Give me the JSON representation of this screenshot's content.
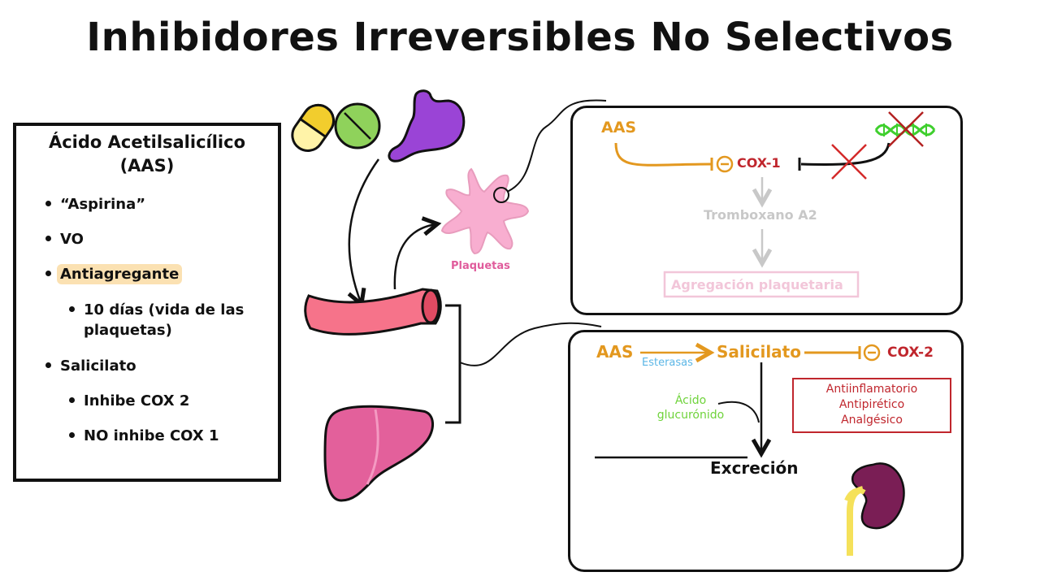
{
  "title": "Inhibidores Irreversibles No Selectivos",
  "drug_box": {
    "title_line1": "Ácido Acetilsalicílico",
    "title_line2": "(AAS)",
    "items": [
      "“Aspirina”",
      "VO",
      "Antiagregante",
      "10 días (vida de las",
      "plaquetas)",
      "Salicilato",
      "Inhibe COX 2",
      "NO inhibe COX 1"
    ]
  },
  "organs": {
    "platelets_label": "Plaquetas"
  },
  "top_panel": {
    "aas": "AAS",
    "cox1": "COX-1",
    "thromboxane": "Tromboxano A2",
    "aggregation": "Agregación plaquetaria"
  },
  "bottom_panel": {
    "aas": "AAS",
    "esterases": "Esterasas",
    "salicylate": "Salicilato",
    "cox2": "COX-2",
    "glucuronic_line1": "Ácido",
    "glucuronic_line2": "glucurónido",
    "effect1": "Antiinflamatorio",
    "effect2": "Antipirético",
    "effect3": "Analgésico",
    "excretion": "Excreción"
  },
  "colors": {
    "orange": "#e3981f",
    "red": "#c0262d",
    "gray": "#c8c8c8",
    "pink_faded": "#f2c6d9",
    "green_label": "#6fd33b",
    "blue_label": "#5bb6e6",
    "dna_green": "#3fcf2e"
  }
}
